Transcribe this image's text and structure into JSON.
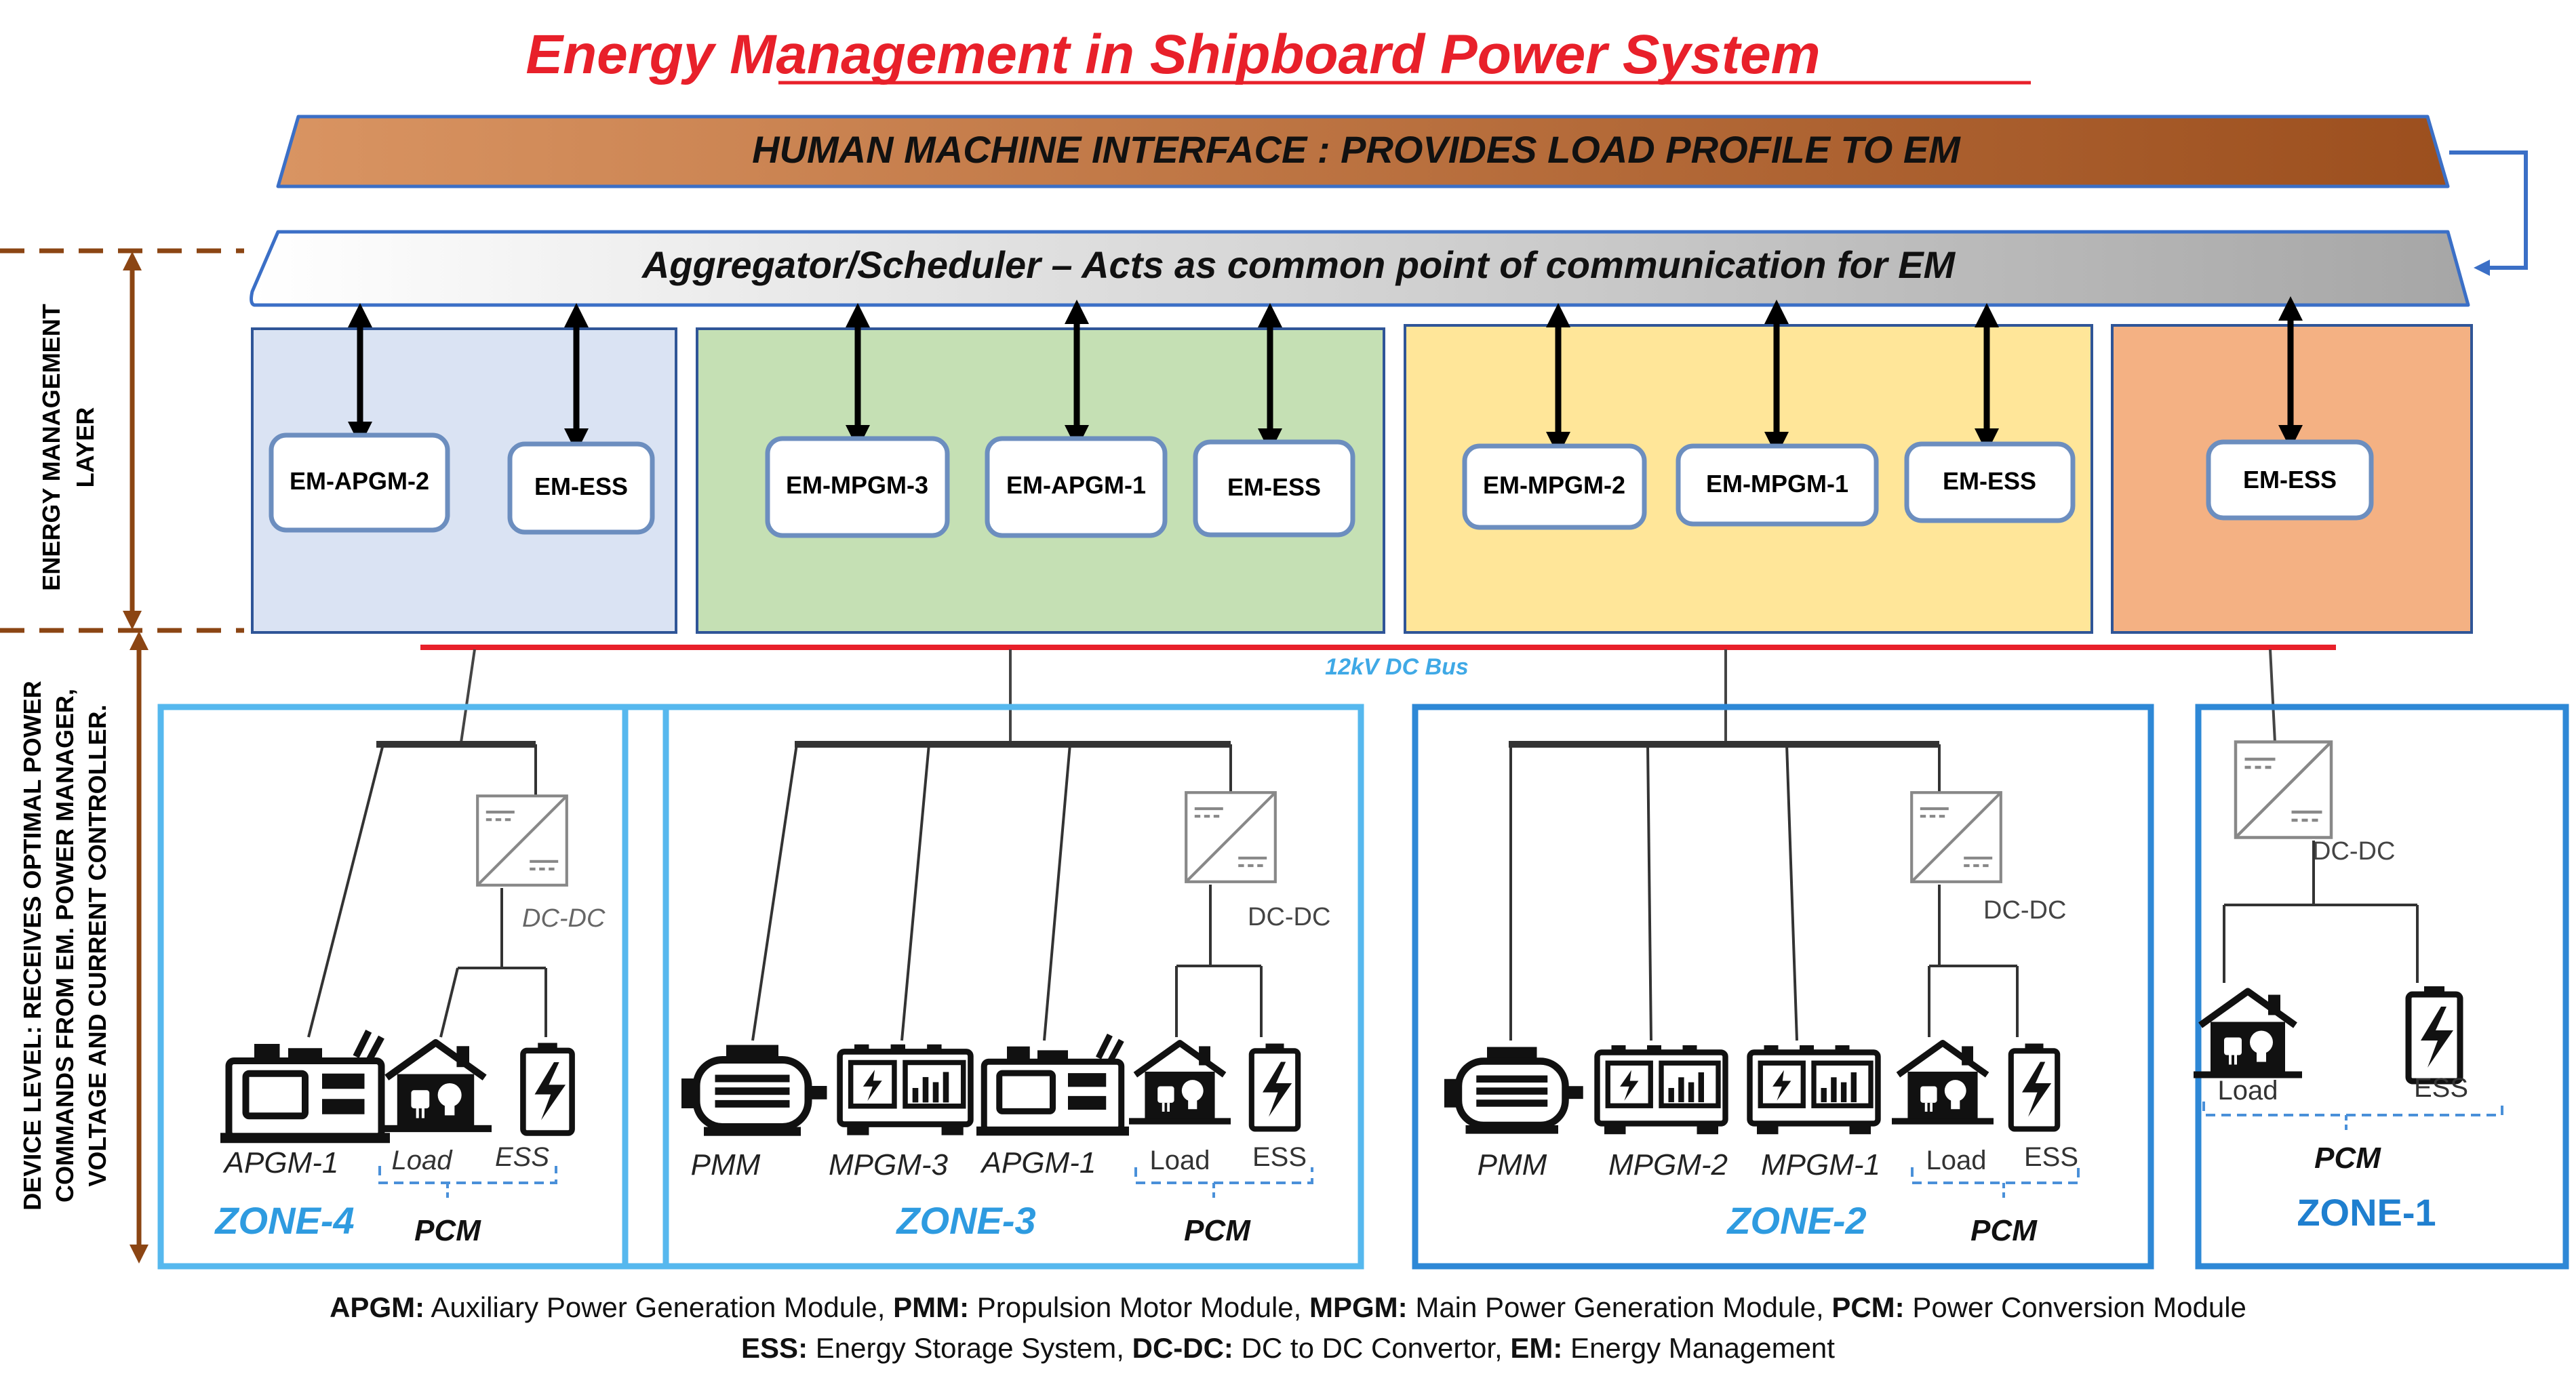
{
  "title": "Energy Management in Shipboard Power System",
  "hmi_banner": "HUMAN MACHINE INTERFACE : PROVIDES LOAD PROFILE TO EM",
  "aggregator_banner": "Aggregator/Scheduler – Acts as common point of communication for EM",
  "side_labels": {
    "em_layer": [
      "ENERGY MANAGEMENT",
      "LAYER"
    ],
    "device_level": [
      "DEVICE LEVEL: RECEIVES OPTIMAL POWER",
      "COMMANDS FROM EM. POWER MANAGER,",
      "VOLTAGE AND CURRENT CONTROLLER."
    ]
  },
  "em_groups": [
    {
      "color": "#dae3f3",
      "modules": [
        "EM-APGM-2",
        "EM-ESS"
      ]
    },
    {
      "color": "#c5e0b4",
      "modules": [
        "EM-MPGM-3",
        "EM-APGM-1",
        "EM-ESS"
      ]
    },
    {
      "color": "#ffe699",
      "modules": [
        "EM-MPGM-2",
        "EM-MPGM-1",
        "EM-ESS"
      ]
    },
    {
      "color": "#f4b183",
      "modules": [
        "EM-ESS"
      ]
    }
  ],
  "bus_label": "12kV DC Bus",
  "zones": [
    {
      "name": "ZONE-4",
      "devices": [
        "APGM-1"
      ],
      "load": "Load",
      "ess": "ESS",
      "dcdc": "DC-DC",
      "pcm": "PCM"
    },
    {
      "name": "ZONE-3",
      "devices": [
        "PMM",
        "MPGM-3",
        "APGM-1"
      ],
      "load": "Load",
      "ess": "ESS",
      "dcdc": "DC-DC",
      "pcm": "PCM"
    },
    {
      "name": "ZONE-2",
      "devices": [
        "PMM",
        "MPGM-2",
        "MPGM-1"
      ],
      "load": "Load",
      "ess": "ESS",
      "dcdc": "DC-DC",
      "pcm": "PCM"
    },
    {
      "name": "ZONE-1",
      "devices": [],
      "load": "Load",
      "ess": "ESS",
      "dcdc": "DC-DC",
      "pcm": "PCM"
    }
  ],
  "legend": {
    "line1": [
      {
        "term": "APGM:",
        "def": " Auxiliary Power Generation Module, "
      },
      {
        "term": "PMM:",
        "def": " Propulsion Motor Module, "
      },
      {
        "term": "MPGM:",
        "def": " Main Power Generation Module, "
      },
      {
        "term": "PCM:",
        "def": " Power Conversion Module"
      }
    ],
    "line2": [
      {
        "term": "ESS:",
        "def": " Energy Storage System, "
      },
      {
        "term": "DC-DC:",
        "def": " DC to DC Convertor, "
      },
      {
        "term": "EM:",
        "def": " Energy Management"
      }
    ]
  },
  "colors": {
    "title": "#e8202a",
    "hmi_start": "#d99462",
    "hmi_end": "#9c4f1e",
    "aggregator_start": "#ffffff",
    "aggregator_end": "#a6a6a6",
    "bus": "#e8202a",
    "zone_border_light": "#56b8ee",
    "zone_border_dark": "#2e88d6",
    "brown_dashes": "#8b4513"
  }
}
